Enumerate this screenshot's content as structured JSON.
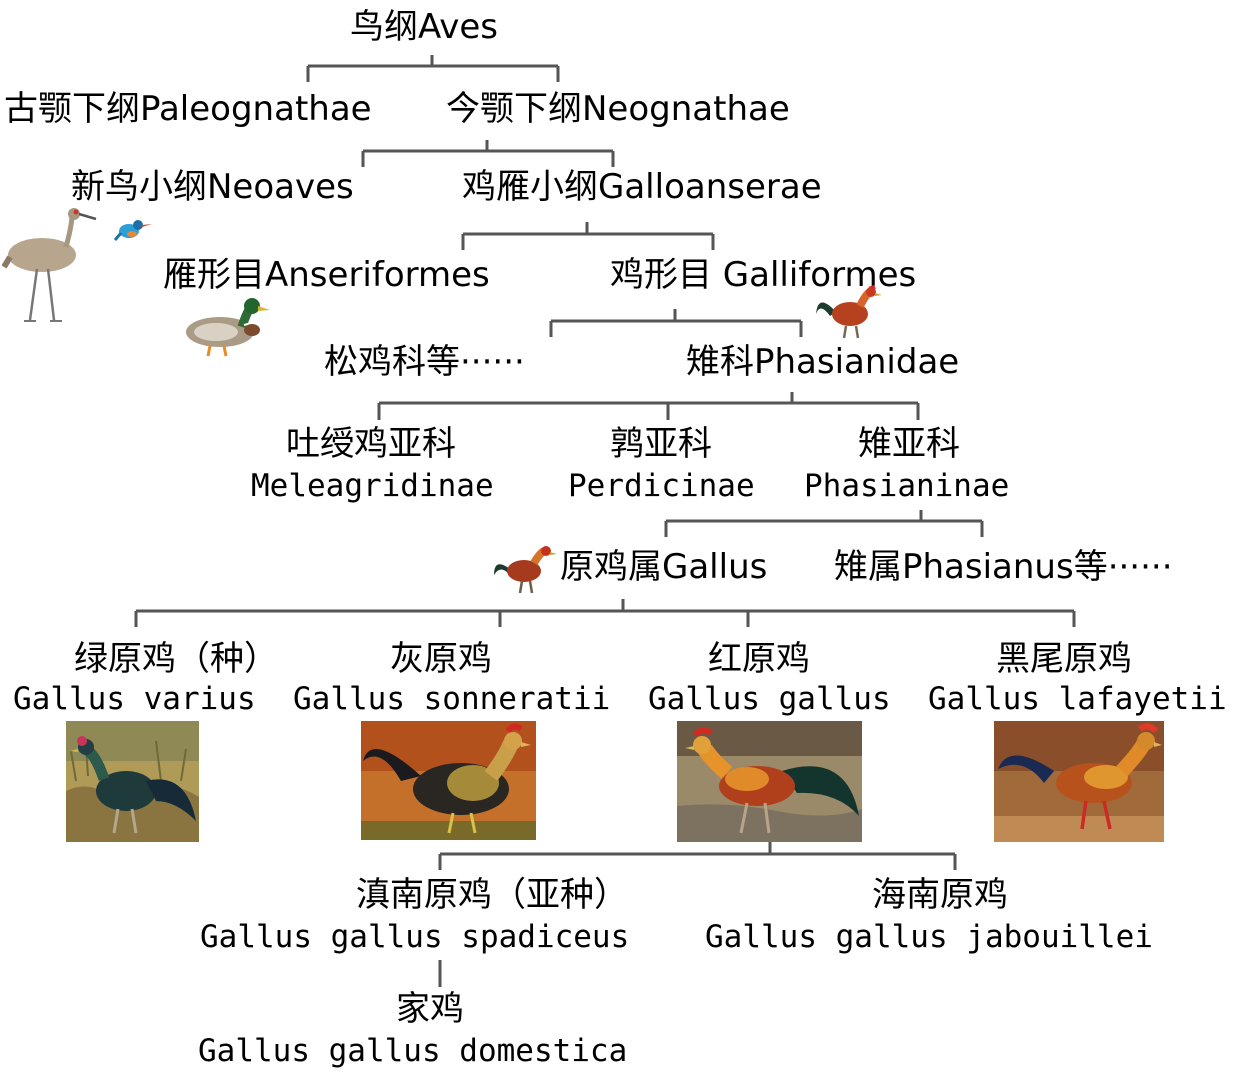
{
  "taxa": {
    "aves": "鸟纲Aves",
    "paleognathae": "古颚下纲Paleognathae",
    "neognathae": "今颚下纲Neognathae",
    "neoaves": "新鸟小纲Neoaves",
    "galloanserae": "鸡雁小纲Galloanserae",
    "anseriformes": "雁形目Anseriformes",
    "galliformes": "鸡形目  Galliformes",
    "megapodiidae_etc": "松鸡科等······",
    "phasianidae": "雉科Phasianidae",
    "meleagridinae_cn": "吐绶鸡亚科",
    "meleagridinae_lat": "Meleagridinae",
    "perdicinae_cn": "鹑亚科",
    "perdicinae_lat": "Perdicinae",
    "phasianinae_cn": "雉亚科",
    "phasianinae_lat": "Phasianinae",
    "gallus": "原鸡属Gallus",
    "phasianus_etc": "雉属Phasianus等······"
  },
  "species": [
    {
      "cn": "绿原鸡（种）",
      "lat": "Gallus varius"
    },
    {
      "cn": "灰原鸡",
      "lat": "Gallus sonneratii"
    },
    {
      "cn": "红原鸡",
      "lat": "Gallus gallus"
    },
    {
      "cn": "黑尾原鸡",
      "lat": "Gallus lafayetii"
    }
  ],
  "subspecies": [
    {
      "cn": "滇南原鸡（亚种）",
      "lat": "Gallus gallus spadiceus"
    },
    {
      "cn": "海南原鸡",
      "lat": "Gallus gallus jabouillei"
    }
  ],
  "domestic": {
    "cn": "家鸡",
    "lat": "Gallus gallus domestica"
  },
  "icons": [
    "crane-icon",
    "kingfisher-icon",
    "mallard-duck-icon",
    "rooster-icon",
    "junglefowl-icon"
  ],
  "colors": {
    "line": "#555555",
    "text": "#000000"
  }
}
